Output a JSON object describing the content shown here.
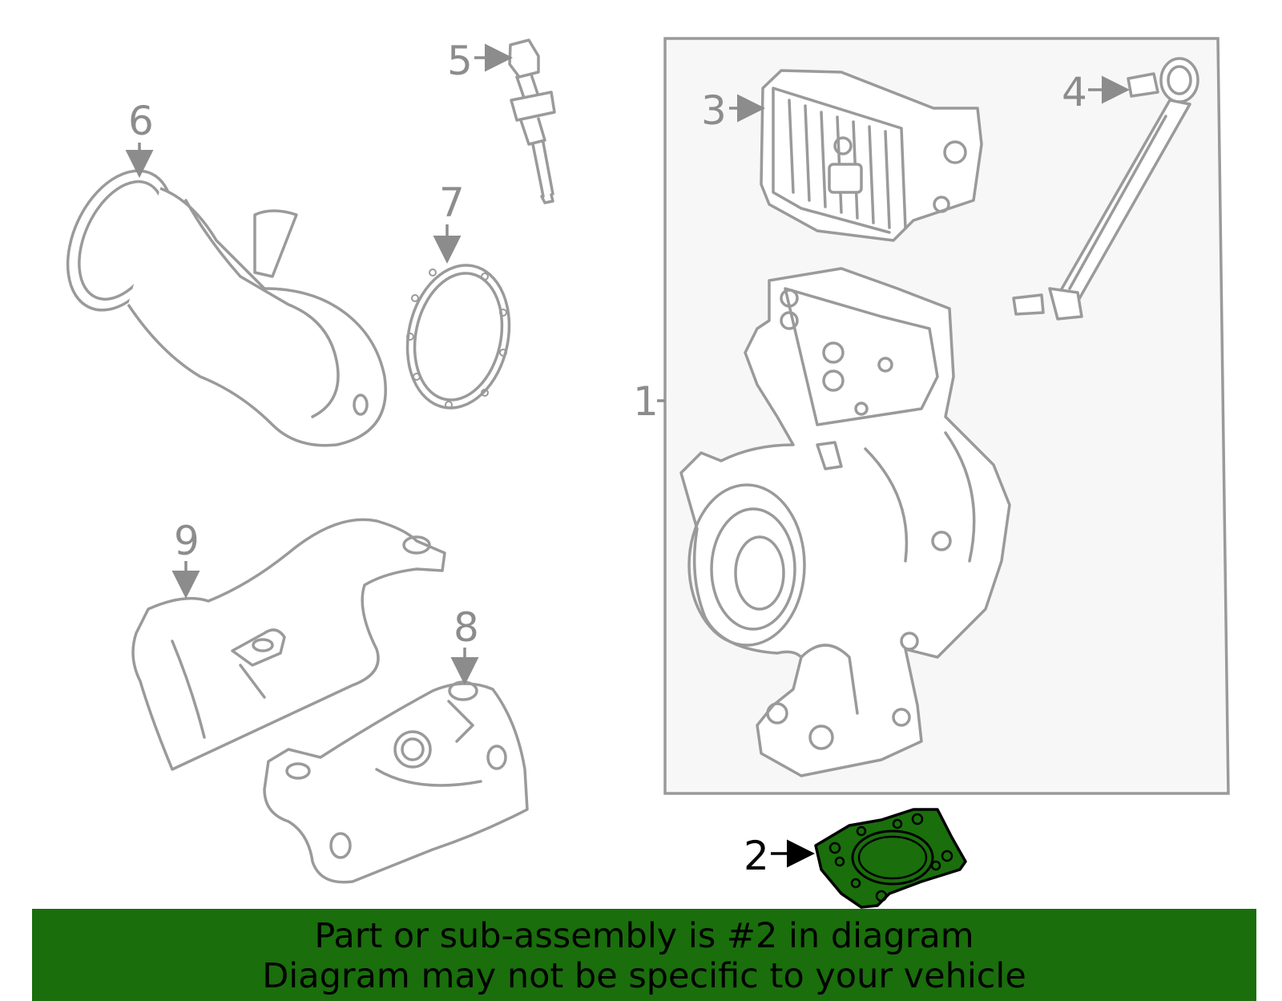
{
  "callouts": {
    "c1": "1",
    "c2": "2",
    "c3": "3",
    "c4": "4",
    "c5": "5",
    "c6": "6",
    "c7": "7",
    "c8": "8",
    "c9": "9"
  },
  "highlight": {
    "part": "2",
    "color": "#1a6e0c"
  },
  "banner": {
    "line1": "Part or sub-assembly is #2 in diagram",
    "line2": "Diagram may not be specific to your vehicle"
  }
}
